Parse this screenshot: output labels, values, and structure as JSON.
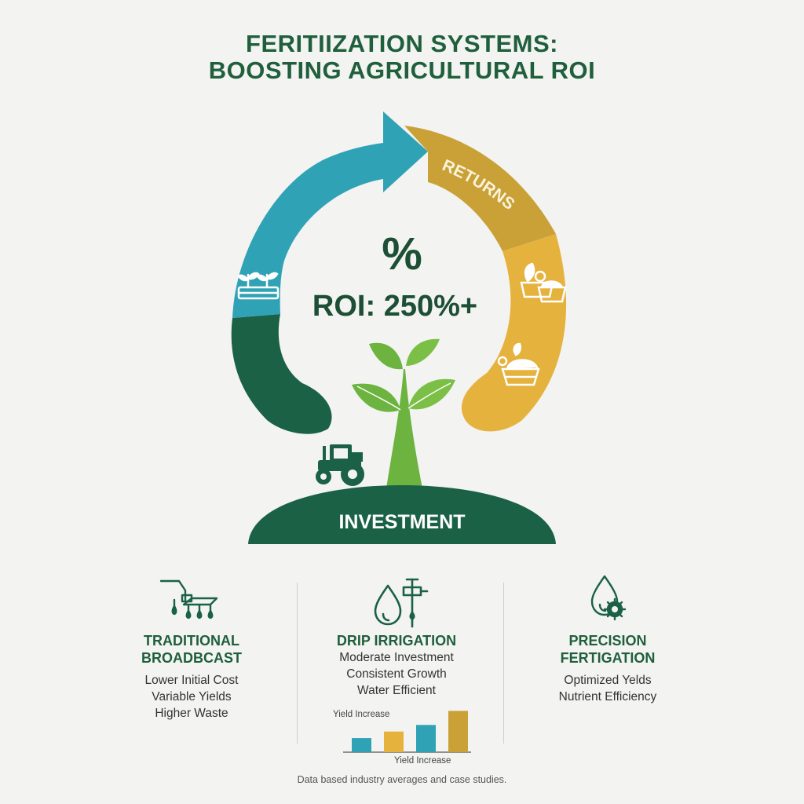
{
  "header": {
    "title_line1": "FERITIIZATION SYSTEMS:",
    "title_line2": "BOOSTING AGRICULTURAL ROI"
  },
  "cycle": {
    "returns_label": "RETURNS",
    "percent_symbol": "%",
    "roi_text": "ROI: 250%+",
    "investment_label": "INVESTMENT",
    "colors": {
      "teal": "#2fa3b5",
      "dark_green": "#1a6146",
      "gold": "#c9a137",
      "yellow": "#e6b23e",
      "leaf_green": "#6cb33f"
    }
  },
  "systems": [
    {
      "icon": "broadcast-spreader-icon",
      "title_line1": "TRADITIONAL",
      "title_line2": "BROADBCAST",
      "points": [
        "Lower Initial Cost",
        "Variable Yields",
        "Higher Waste"
      ]
    },
    {
      "icon": "drip-irrigation-icon",
      "title_line1": "DRIP IRRIGATION",
      "points": [
        "Moderate Investment",
        "Consistent Growth",
        "Water Efficient"
      ]
    },
    {
      "icon": "drop-gear-icon",
      "title_line1": "PRECISION",
      "title_line2": "FERTIGATION",
      "points": [
        "Optimized Yelds",
        "Nutrient Efficiency"
      ]
    }
  ],
  "chart_data": {
    "type": "bar",
    "title": "Yield Increase",
    "xlabel": "Yield Increase",
    "ylabel": "",
    "values": [
      1.5,
      2.2,
      2.9,
      4.4
    ],
    "ylim": [
      0,
      4.6
    ],
    "colors": [
      "#2fa3b5",
      "#e6b23e",
      "#2fa3b5",
      "#c9a137"
    ]
  },
  "footer": {
    "note": "Data based industry averages and case studies."
  }
}
